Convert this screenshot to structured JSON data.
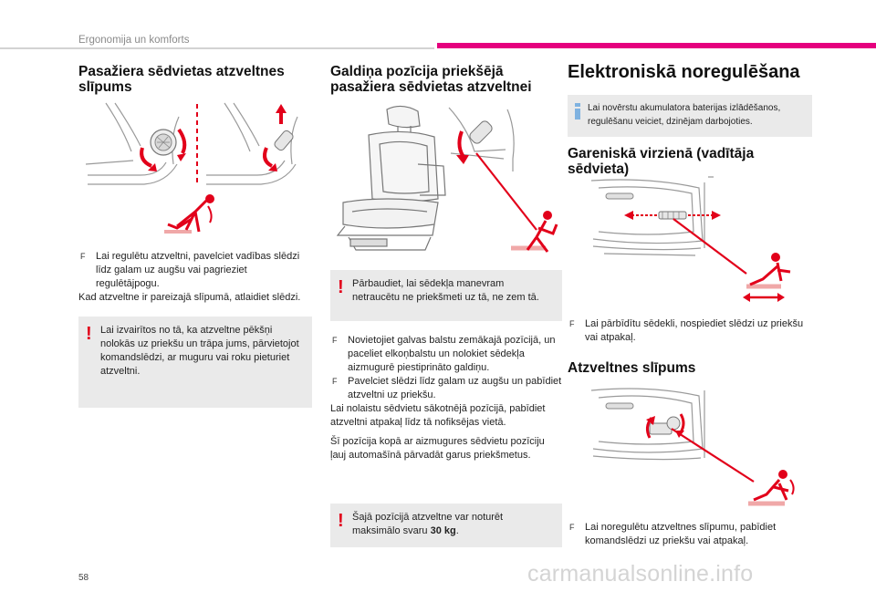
{
  "header": {
    "title": "Ergonomija un komforts"
  },
  "page_number": "58",
  "watermark": "carmanualsonline.info",
  "colors": {
    "accent": "#e5007e",
    "red": "#e2001a",
    "panel": "#eaeaea",
    "info_blue": "#7fb2e0"
  },
  "col1": {
    "title": "Pasažiera sēdvietas atzveltnes slīpums",
    "bullet": "Lai regulētu atzveltni, pavelciet vadības slēdzi līdz galam uz augšu vai pagrieziet regulētājpogu.",
    "para": "Kad atzveltne ir pareizajā slīpumā, atlaidiet slēdzi.",
    "warning": "Lai izvairītos no tā, ka atzveltne pēkšņi nolokās uz priekšu un trāpa jums, pārvietojot komandslēdzi, ar muguru vai roku pieturiet atzveltni."
  },
  "col2": {
    "title": "Galdiņa pozīcija priekšējā pasažiera sēdvietas atzveltnei",
    "warning": "Pārbaudiet, lai sēdekļa manevram netraucētu ne priekšmeti uz tā, ne zem tā.",
    "bullet1": "Novietojiet galvas balstu zemākajā pozīcijā, un paceliet elkoņbalstu un nolokiet sēdekļa aizmugurē piestiprināto galdiņu.",
    "bullet2": "Pavelciet slēdzi līdz galam uz augšu un pabīdiet atzveltni uz priekšu.",
    "para1": "Lai nolaistu sēdvietu sākotnējā pozīcijā, pabīdiet atzveltni atpakaļ līdz tā nofiksējas vietā.",
    "para2": "Šī pozīcija kopā ar aizmugures sēdvietu pozīciju ļauj automašīnā pārvadāt garus priekšmetus.",
    "warning2_prefix": "Šajā pozīcijā atzveltne var noturēt maksimālo svaru ",
    "warning2_bold": "30 kg",
    "warning2_suffix": "."
  },
  "col3": {
    "title": "Elektroniskā noregulēšana",
    "info": "Lai novērstu akumulatora baterijas izlādēšanos, regulēšanu veiciet, dzinējam darbojoties.",
    "sub1": "Gareniskā virzienā (vadītāja sēdvieta)",
    "bullet1": "Lai pārbīdītu sēdekli, nospiediet slēdzi uz priekšu vai atpakaļ.",
    "sub2": "Atzveltnes slīpums",
    "bullet2": "Lai noregulētu atzveltnes slīpumu, pabīdiet komandslēdzi uz priekšu vai atpakaļ."
  },
  "bullet_mark": "F"
}
